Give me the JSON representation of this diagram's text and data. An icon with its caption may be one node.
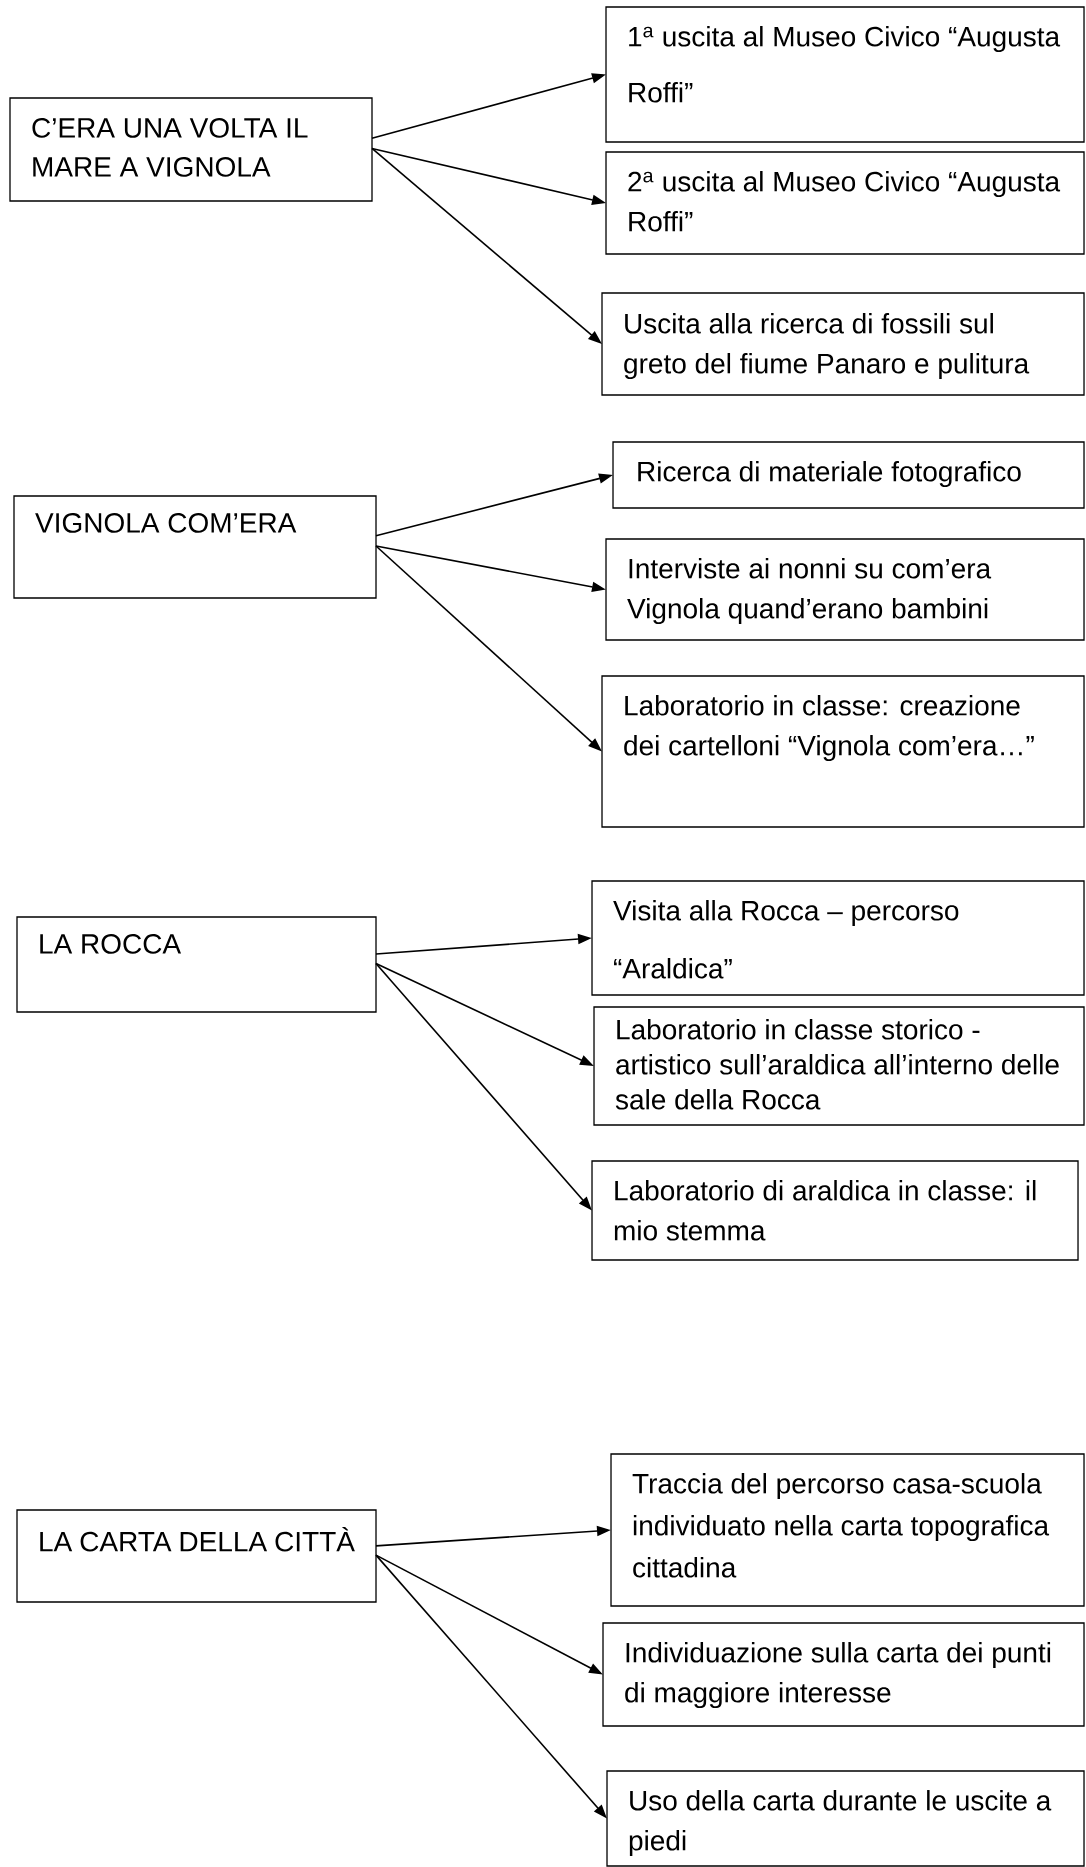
{
  "diagram": {
    "nodes": [
      {
        "text": [
          "C’ERA UNA VOLTA IL MARE A VIGNOLA"
        ]
      },
      {
        "text": [
          "1$^{a}$ uscita al Museo Civico “Augusta Roffi”"
        ]
      },
      {
        "text": [
          "2$^{a}$ uscita al Museo Civico “Augusta Roffi”"
        ]
      },
      {
        "text": [
          "Uscita alla ricerca di fossili sul greto del fiume Panaro e pulitura"
        ]
      },
      {
        "text": [
          "VIGNOLA COM’ERA"
        ]
      },
      {
        "text": [
          "Ricerca di materiale fotografico"
        ]
      },
      {
        "text": [
          "Interviste ai nonni su com’era Vignola quand’erano bambini"
        ]
      },
      {
        "text": [
          "Laboratorio in classe: creazione dei cartelloni “Vignola com’era…”"
        ]
      },
      {
        "text": [
          "LA ROCCA"
        ]
      },
      {
        "text": [
          "Visita alla Rocca – percorso “Araldica”"
        ]
      },
      {
        "text": [
          "Laboratorio in classe storico - artistico sull’araldica all’interno delle sale della Rocca"
        ]
      },
      {
        "text": [
          "Laboratorio di araldica in classe: il mio stemma"
        ]
      },
      {
        "text": [
          "LA CARTA DELLA CITTÀ"
        ]
      },
      {
        "text": [
          "Traccia del percorso casa-scuola individuato nella carta topografica cittadina"
        ]
      },
      {
        "text": [
          "Individuazione sulla carta dei punti di maggiore interesse"
        ]
      },
      {
        "text": [
          "Uso della carta durante le uscite a piedi"
        ]
      }
    ],
    "edges": [
      {
        "from": 0,
        "to": 1,
        "arrow": "to"
      },
      {
        "from": 0,
        "to": 2,
        "arrow": "to"
      },
      {
        "from": 0,
        "to": 3,
        "arrow": "to"
      },
      {
        "from": 4,
        "to": 5,
        "arrow": "to"
      },
      {
        "from": 4,
        "to": 6,
        "arrow": "to"
      },
      {
        "from": 4,
        "to": 7,
        "arrow": "to"
      },
      {
        "from": 8,
        "to": 9,
        "arrow": "to"
      },
      {
        "from": 8,
        "to": 10,
        "arrow": "to"
      },
      {
        "from": 8,
        "to": 11,
        "arrow": "to"
      },
      {
        "from": 12,
        "to": 13,
        "arrow": "to"
      },
      {
        "from": 12,
        "to": 14,
        "arrow": "to"
      },
      {
        "from": 12,
        "to": 15,
        "arrow": "to"
      }
    ]
  }
}
